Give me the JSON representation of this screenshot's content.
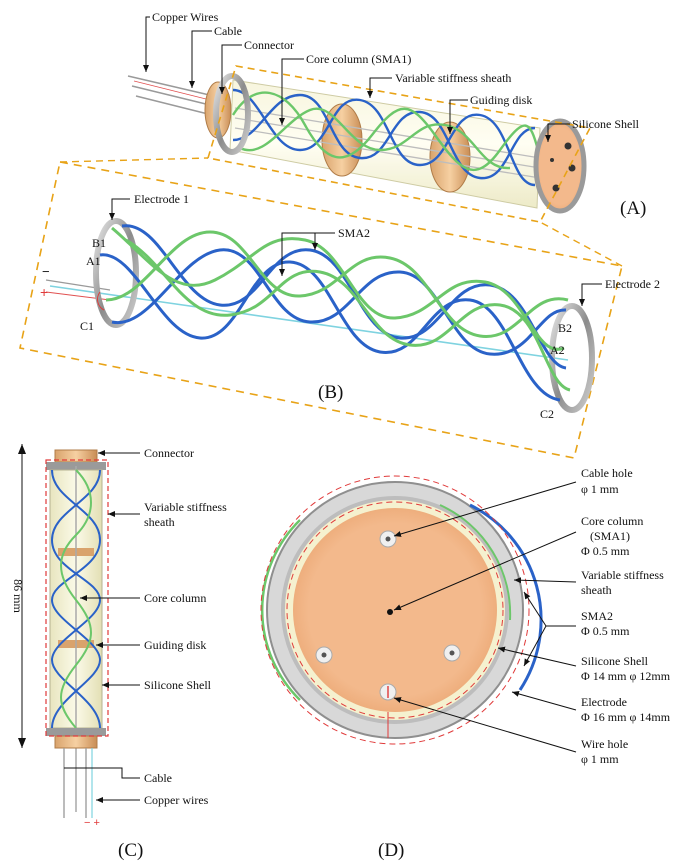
{
  "panel_a": {
    "letter": "(A)",
    "labels": {
      "copper_wires": "Copper Wires",
      "cable": "Cable",
      "connector": "Connector",
      "core_column": "Core column (SMA1)",
      "sheath": "Variable stiffness sheath",
      "guiding_disk": "Guiding disk",
      "silicone_shell": "Silicone Shell"
    }
  },
  "panel_b": {
    "letter": "(B)",
    "labels": {
      "electrode1": "Electrode 1",
      "sma2": "SMA2",
      "electrode2": "Electrode 2",
      "b1": "B1",
      "a1": "A1",
      "c1": "C1",
      "b2": "B2",
      "a2": "A2",
      "c2": "C2",
      "minus": "−",
      "plus": "+"
    }
  },
  "panel_c": {
    "letter": "(C)",
    "dimension": "86 mm",
    "labels": {
      "connector": "Connector",
      "sheath_1": "Variable stiffness",
      "sheath_2": "sheath",
      "core_column": "Core column",
      "guiding_disk": "Guiding disk",
      "silicone_shell": "Silicone Shell",
      "cable": "Cable",
      "copper_wires": "Copper wires",
      "polarity": "− +"
    }
  },
  "panel_d": {
    "letter": "(D)",
    "labels": {
      "cable_hole_1": "Cable hole",
      "cable_hole_2": "φ 1 mm",
      "core_1": "Core column",
      "core_2": "(SMA1)",
      "core_3": "Φ 0.5 mm",
      "sheath_1": "Variable stiffness",
      "sheath_2": "sheath",
      "sma2_1": "SMA2",
      "sma2_2": "Φ 0.5 mm",
      "shell_1": "Silicone Shell",
      "shell_2": "Φ 14 mm φ 12mm",
      "electrode_1": "Electrode",
      "electrode_2": "Φ 16 mm φ 14mm",
      "wire_hole_1": "Wire hole",
      "wire_hole_2": "φ 1 mm"
    }
  },
  "colors": {
    "blue_wire": "#2a62c8",
    "green_wire": "#6cc76a",
    "disk": "#f2b88a",
    "dashed_orange": "#e8a317",
    "dashed_red": "#e03a3a",
    "ring": "#9a9a9a"
  }
}
